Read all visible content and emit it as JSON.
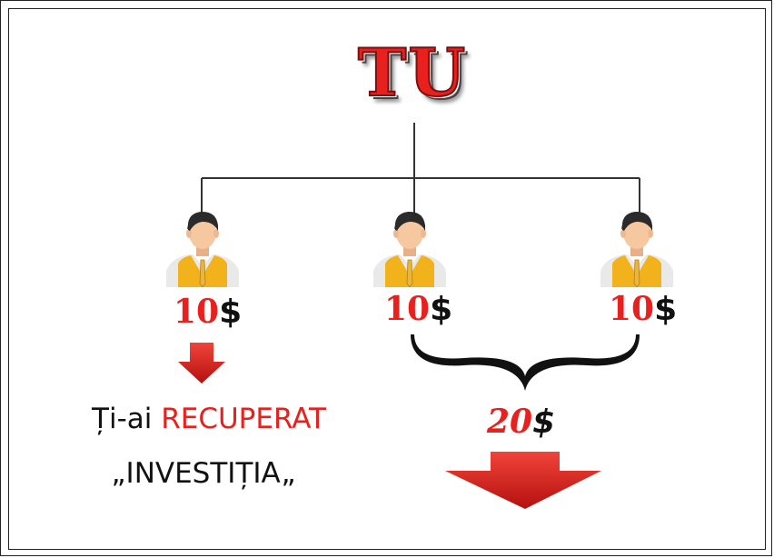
{
  "root": {
    "label": "TU",
    "color": "#e8201e"
  },
  "recruits": [
    {
      "amount": "10",
      "currency": "$"
    },
    {
      "amount": "10",
      "currency": "$"
    },
    {
      "amount": "10",
      "currency": "$"
    }
  ],
  "total": {
    "amount": "20",
    "currency": "$"
  },
  "message": {
    "prefix": "Ți-ai ",
    "highlight": "RECUPERAT",
    "line2": "„INVESTIȚIA„"
  },
  "colors": {
    "accent": "#e8201e",
    "arrow": "#d7191c",
    "text": "#111111",
    "vest": "#f2b21c",
    "skin": "#f6c8a0",
    "hair": "#2b2b2b"
  }
}
